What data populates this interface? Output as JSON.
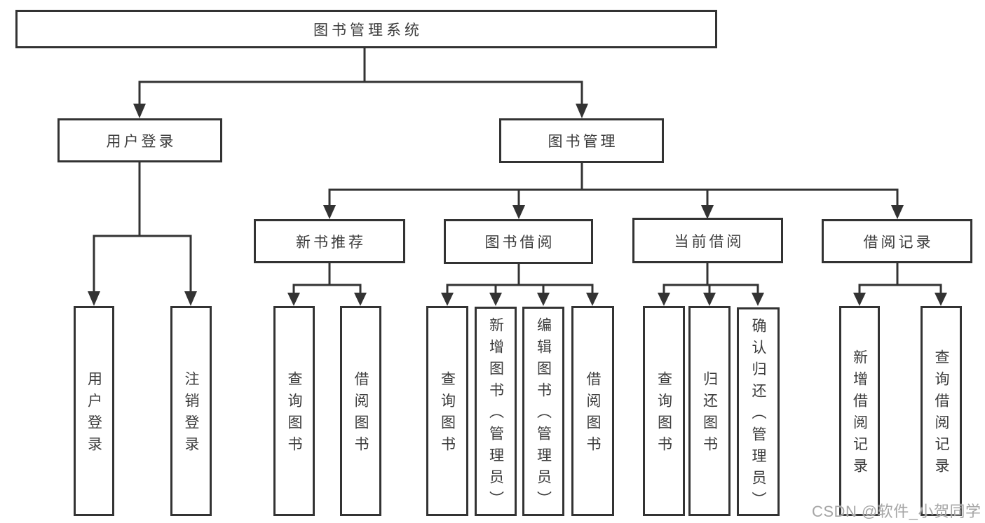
{
  "tree": {
    "label": "图书管理系统",
    "children": [
      {
        "label": "用户登录",
        "children": [
          {
            "label": "用户登录"
          },
          {
            "label": "注销登录"
          }
        ]
      },
      {
        "label": "图书管理",
        "children": [
          {
            "label": "新书推荐",
            "children": [
              {
                "label": "查询图书"
              },
              {
                "label": "借阅图书"
              }
            ]
          },
          {
            "label": "图书借阅",
            "children": [
              {
                "label": "查询图书"
              },
              {
                "label": "新增图书（管理员）"
              },
              {
                "label": "编辑图书（管理员）"
              },
              {
                "label": "借阅图书"
              }
            ]
          },
          {
            "label": "当前借阅",
            "children": [
              {
                "label": "查询图书"
              },
              {
                "label": "归还图书"
              },
              {
                "label": "确认归还（管理员）"
              }
            ]
          },
          {
            "label": "借阅记录",
            "children": [
              {
                "label": "新增借阅记录"
              },
              {
                "label": "查询借阅记录"
              }
            ]
          }
        ]
      }
    ]
  },
  "colors": {
    "line": "#333333",
    "text": "#3c3c3c",
    "watermark": "#a6a6a6"
  },
  "watermark": "CSDN @软件_小贺同学"
}
